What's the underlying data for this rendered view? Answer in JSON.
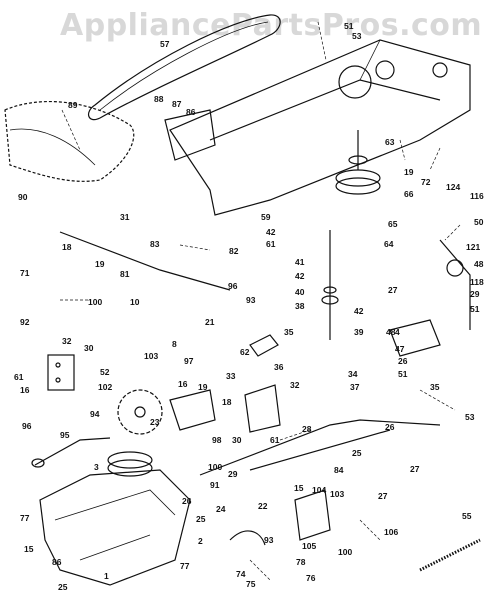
{
  "watermark": "AppliancePartsPros.com",
  "part_numbers": [
    "57",
    "51",
    "53",
    "89",
    "88",
    "87",
    "86",
    "63",
    "19",
    "72",
    "124",
    "116",
    "90",
    "31",
    "59",
    "42",
    "61",
    "66",
    "65",
    "50",
    "121",
    "18",
    "83",
    "82",
    "64",
    "48",
    "71",
    "19",
    "81",
    "41",
    "42",
    "118",
    "27",
    "96",
    "93",
    "40",
    "29",
    "100",
    "38",
    "21",
    "42",
    "51",
    "92",
    "10",
    "8",
    "39",
    "4",
    "62",
    "35",
    "48",
    "47",
    "32",
    "30",
    "103",
    "97",
    "34",
    "36",
    "26",
    "61",
    "52",
    "37",
    "35",
    "51",
    "16",
    "102",
    "16",
    "33",
    "19",
    "18",
    "32",
    "53",
    "94",
    "23",
    "98",
    "30",
    "61",
    "26",
    "28",
    "96",
    "95",
    "100",
    "29",
    "25",
    "3",
    "91",
    "26",
    "25",
    "22",
    "84",
    "27",
    "104",
    "15",
    "27",
    "77",
    "2",
    "24",
    "103",
    "93",
    "106",
    "105",
    "100",
    "55",
    "1",
    "15",
    "86",
    "77",
    "78",
    "74",
    "75",
    "76",
    "25"
  ],
  "colors": {
    "ink": "#111111",
    "watermark": "#d8d8d8",
    "background": "#ffffff"
  }
}
